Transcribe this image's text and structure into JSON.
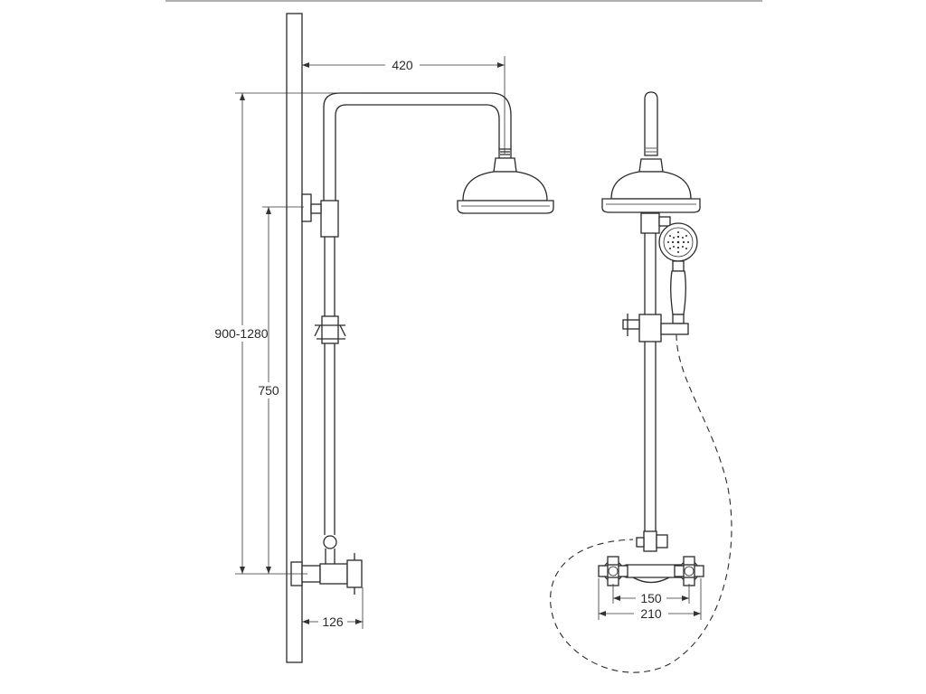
{
  "dimensions": {
    "arm_reach": "420",
    "total_height": "900-1280",
    "riser_height": "750",
    "wall_offset": "126",
    "inlet_centers": "150",
    "overall_width": "210"
  },
  "colors": {
    "line": "#2a2a2a",
    "background": "#ffffff"
  }
}
